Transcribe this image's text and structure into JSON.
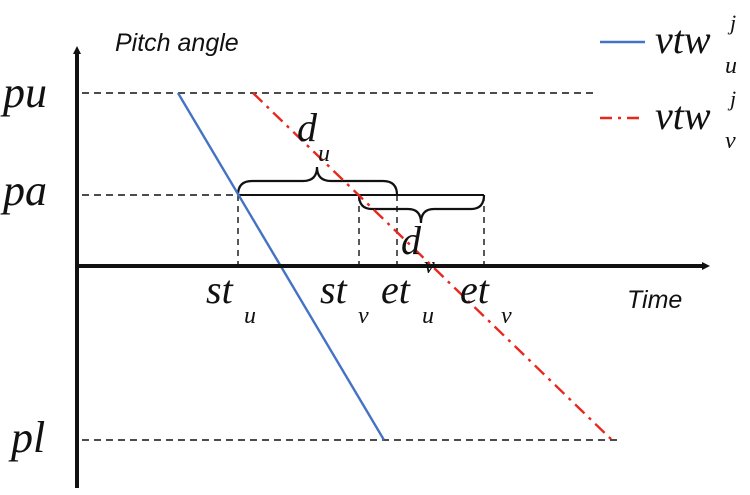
{
  "axes": {
    "y_title": "Pitch angle",
    "x_title": "Time"
  },
  "levels": {
    "pu": "pu",
    "pa": "pa",
    "pl": "pl"
  },
  "time_labels": {
    "st_u": {
      "base": "st",
      "sub": "u"
    },
    "st_v": {
      "base": "st",
      "sub": "v"
    },
    "et_u": {
      "base": "et",
      "sub": "u"
    },
    "et_v": {
      "base": "et",
      "sub": "v"
    }
  },
  "durations": {
    "d_u": {
      "base": "d",
      "sub": "u"
    },
    "d_v": {
      "base": "d",
      "sub": "v"
    }
  },
  "legend": [
    {
      "base": "vtw",
      "sup": "j",
      "sub": "u",
      "color": "#4472c4",
      "style": "solid"
    },
    {
      "base": "vtw",
      "sup": "j",
      "sub": "v",
      "color": "#e8281e",
      "style": "dash-dot"
    }
  ]
}
